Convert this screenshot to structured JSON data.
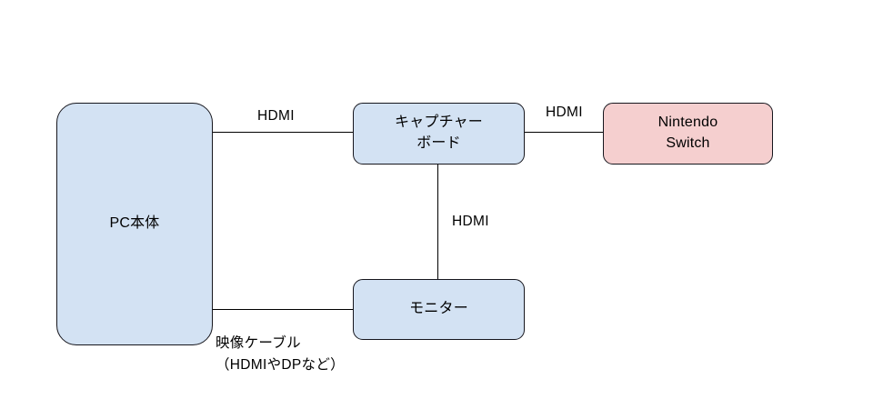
{
  "diagram": {
    "title": "PC / capture board / Nintendo Switch connection diagram",
    "background_color": "#ffffff",
    "colors": {
      "device_fill": "#d3e2f3",
      "console_fill": "#f5cfcf",
      "border": "#16161d",
      "edge": "#000000",
      "text": "#000000"
    },
    "nodes": {
      "pc": {
        "label": "PC本体",
        "fill": "#d3e2f3"
      },
      "capture_board": {
        "label": "キャプチャー\nボード",
        "fill": "#d3e2f3"
      },
      "nintendo_switch": {
        "label": "Nintendo\nSwitch",
        "fill": "#f5cfcf"
      },
      "monitor": {
        "label": "モニター",
        "fill": "#d3e2f3"
      }
    },
    "edge_labels": {
      "pc_to_capture": "HDMI",
      "capture_to_switch": "HDMI",
      "capture_to_monitor": "HDMI",
      "pc_to_monitor": "映像ケーブル\n（HDMIやDPなど）"
    }
  }
}
